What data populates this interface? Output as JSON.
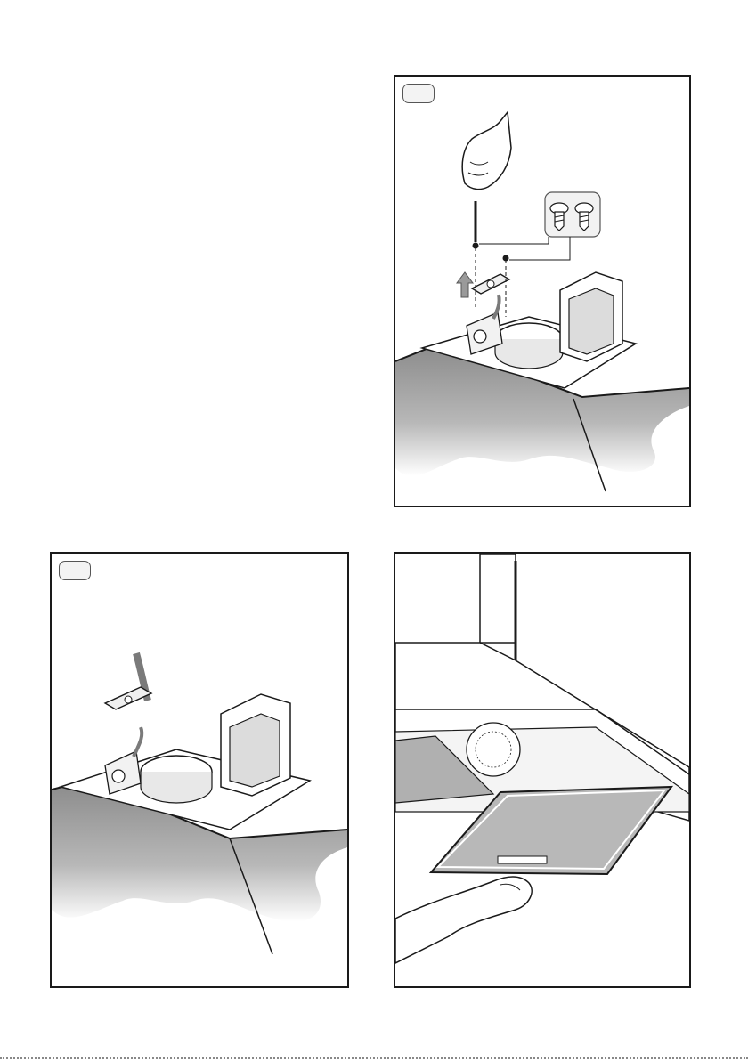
{
  "page": {
    "panels": [
      {
        "id": "panel-remove-bracket",
        "step_label": "",
        "illustration": "screwdriver-removes-screws-from-bracket"
      },
      {
        "id": "panel-bracket-with-cable",
        "step_label": "",
        "illustration": "bracket-lifted-with-power-cable"
      },
      {
        "id": "panel-grease-filter",
        "step_label": "",
        "illustration": "hand-removing-grease-filter"
      }
    ],
    "colors": {
      "line": "#1a1a1a",
      "hood_gray": "#8e8e8e",
      "filter_gray": "#b4b4b4"
    }
  }
}
